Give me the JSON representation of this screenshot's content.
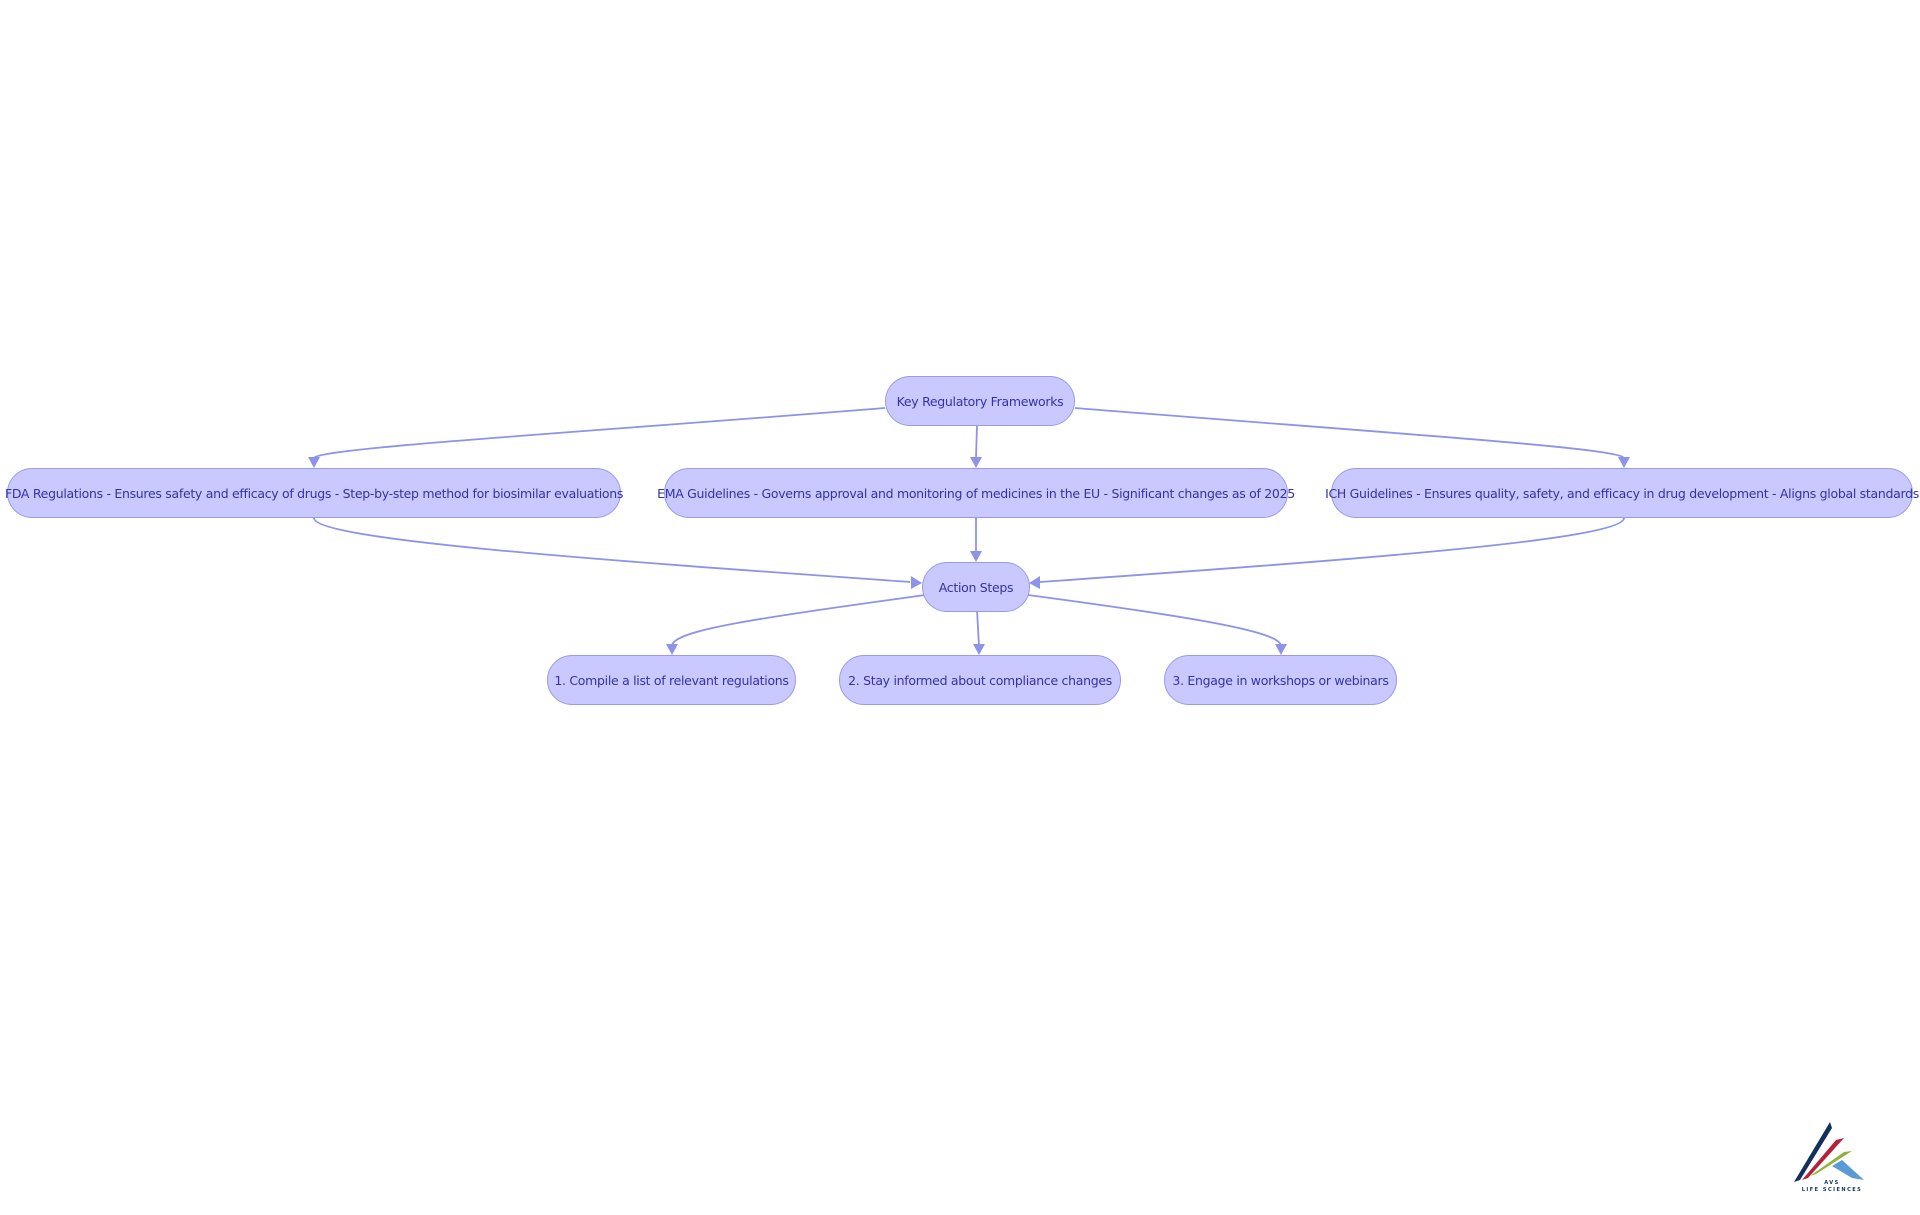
{
  "diagram": {
    "node_fill": "#c9c9ff",
    "node_border": "#9a9ae6",
    "text_color": "#3333a6",
    "edge_color": "#8d93e8",
    "nodes": {
      "root": {
        "label": "Key Regulatory Frameworks"
      },
      "fda": {
        "label": "FDA Regulations - Ensures safety and efficacy of drugs - Step-by-step method for biosimilar evaluations"
      },
      "ema": {
        "label": "EMA Guidelines - Governs approval and monitoring of medicines in the EU - Significant changes as of 2025"
      },
      "ich": {
        "label": "ICH Guidelines - Ensures quality, safety, and efficacy in drug development - Aligns global standards"
      },
      "action": {
        "label": "Action Steps"
      },
      "step1": {
        "label": "1. Compile a list of relevant regulations"
      },
      "step2": {
        "label": "2. Stay informed about compliance changes"
      },
      "step3": {
        "label": "3. Engage in workshops or webinars"
      }
    },
    "edges": [
      {
        "from": "root",
        "to": "fda"
      },
      {
        "from": "root",
        "to": "ema"
      },
      {
        "from": "root",
        "to": "ich"
      },
      {
        "from": "fda",
        "to": "action"
      },
      {
        "from": "ema",
        "to": "action"
      },
      {
        "from": "ich",
        "to": "action"
      },
      {
        "from": "action",
        "to": "step1"
      },
      {
        "from": "action",
        "to": "step2"
      },
      {
        "from": "action",
        "to": "step3"
      }
    ]
  },
  "logo": {
    "line1": "AVS",
    "line2": "LIFE SCIENCES",
    "colors": {
      "navy": "#14305e",
      "red": "#b3213b",
      "green": "#8db33a",
      "blue": "#5b9bd5",
      "text": "#14305e"
    }
  }
}
